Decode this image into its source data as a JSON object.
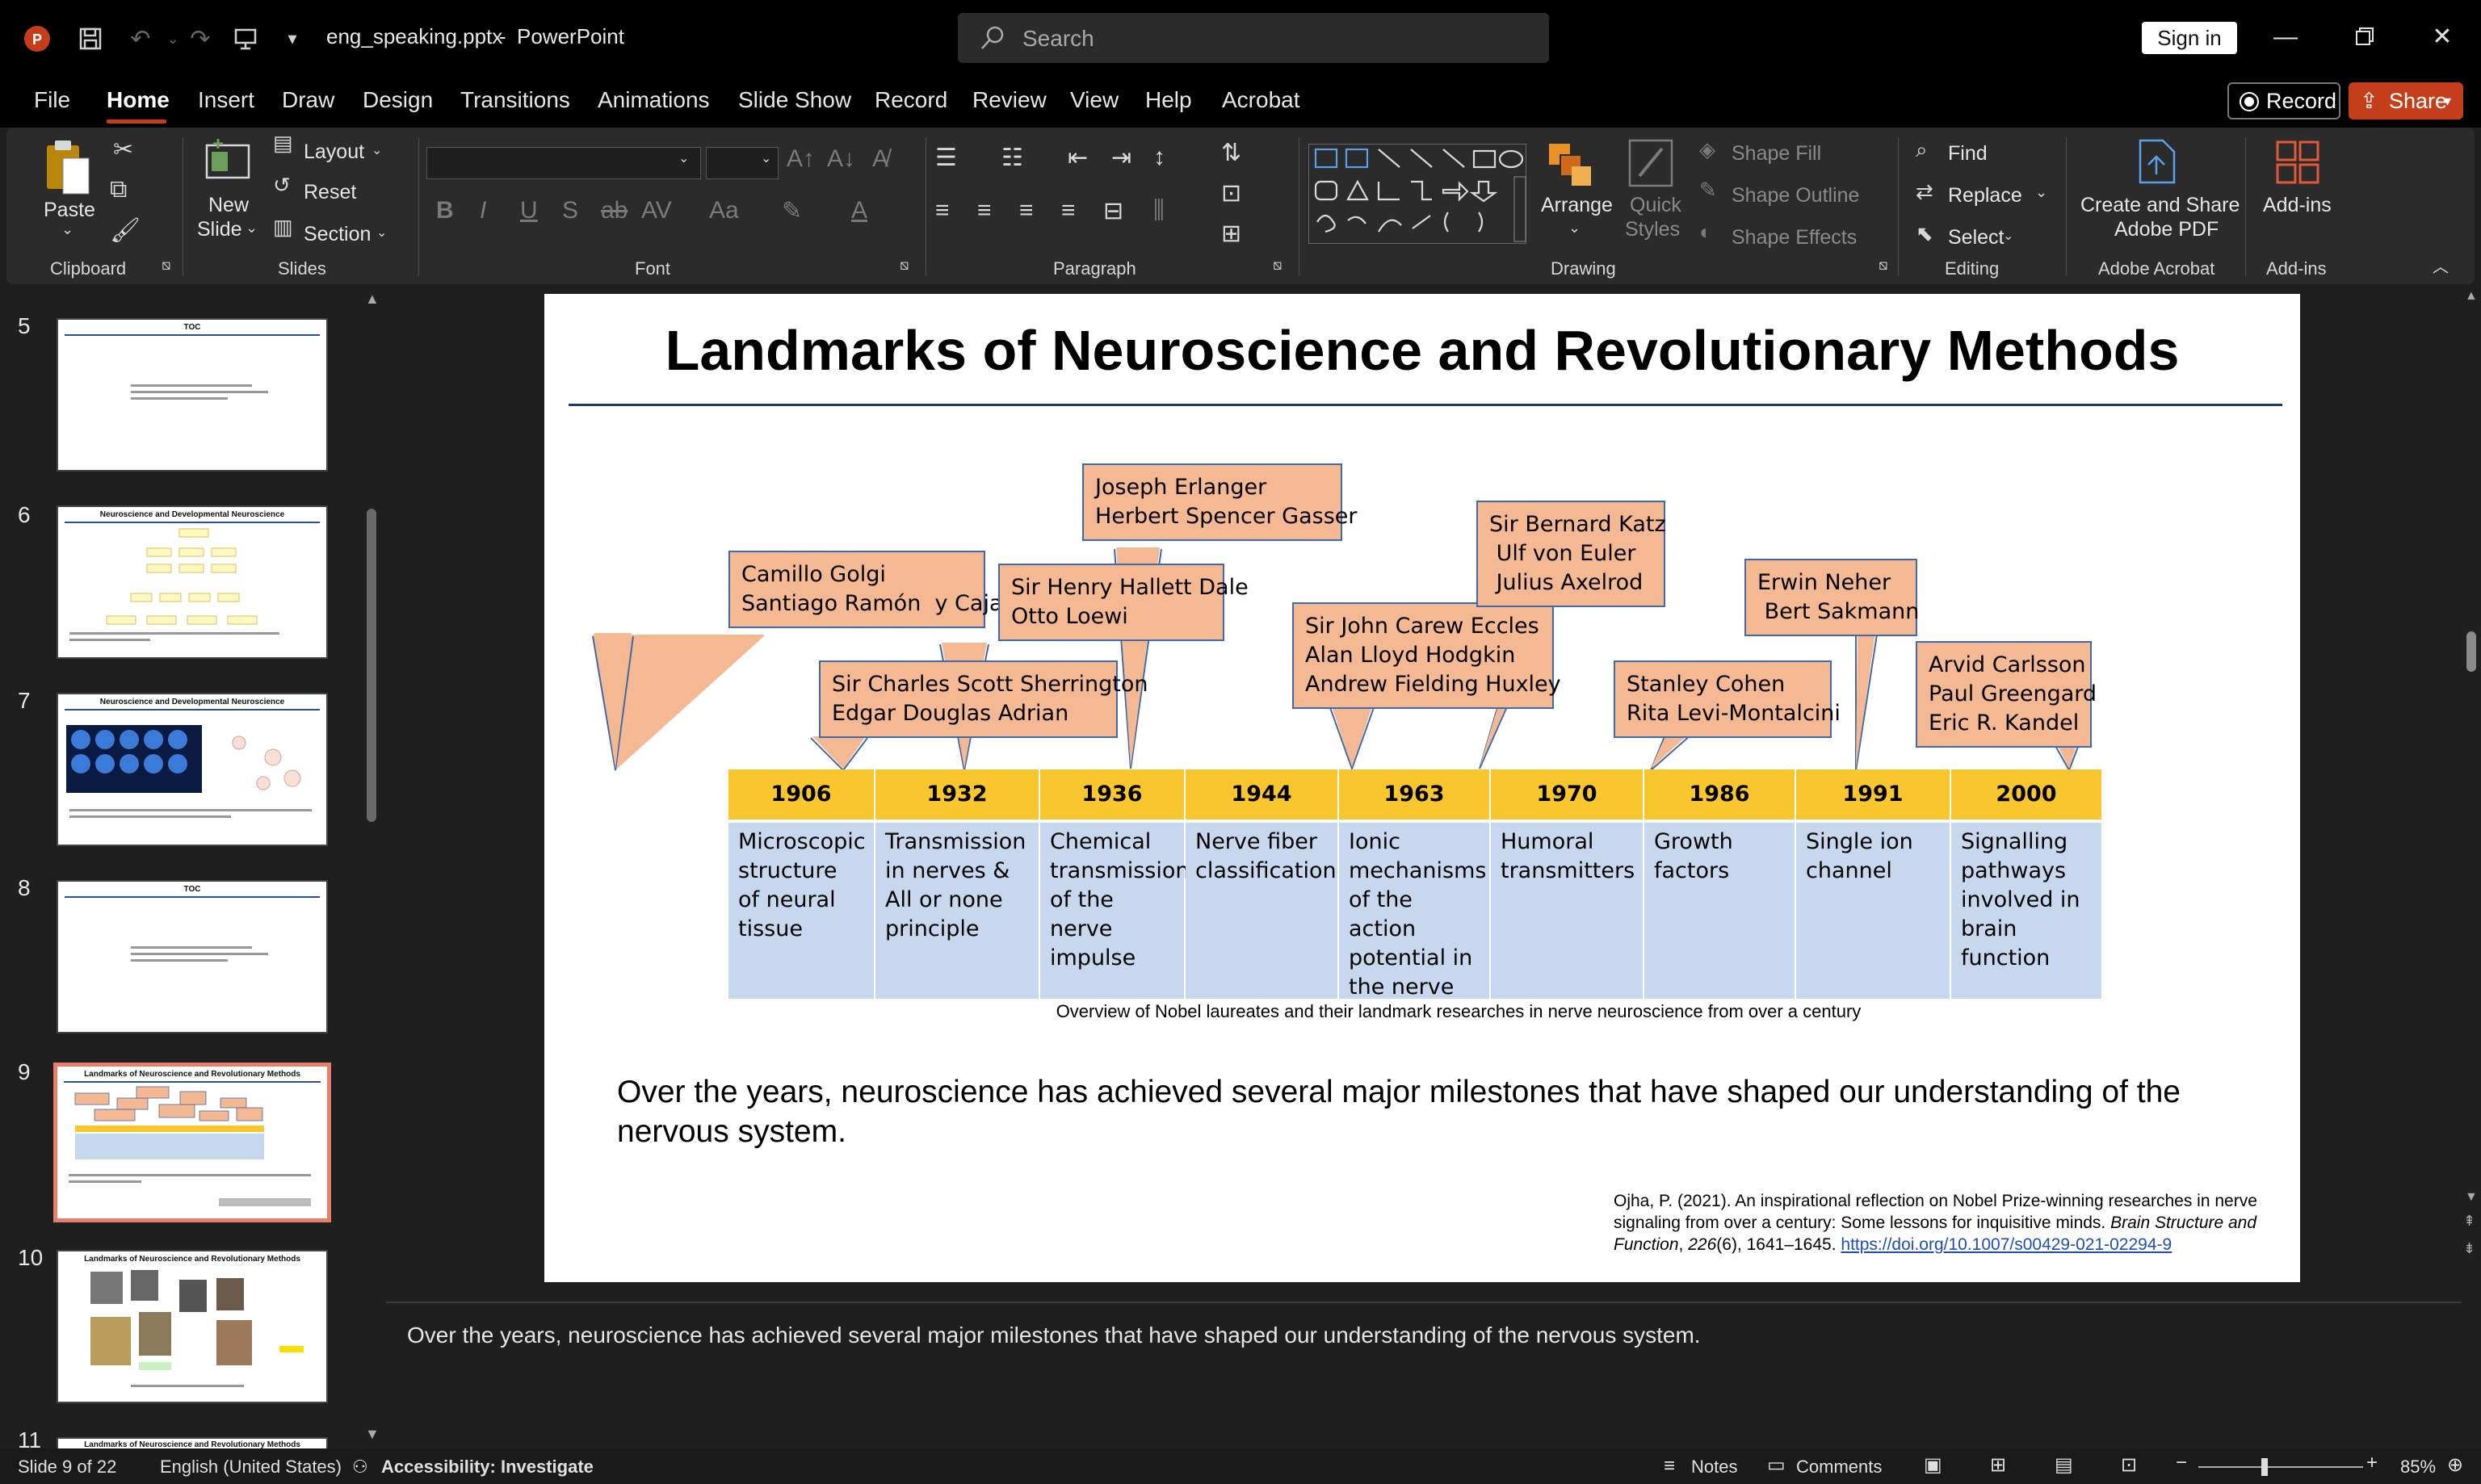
{
  "titlebar": {
    "filename": "eng_speaking.pptx",
    "separator": "-",
    "app_name": "PowerPoint",
    "search_placeholder": "Search",
    "signin_label": "Sign in"
  },
  "menu": {
    "tabs": [
      "File",
      "Home",
      "Insert",
      "Draw",
      "Design",
      "Transitions",
      "Animations",
      "Slide Show",
      "Record",
      "Review",
      "View",
      "Help",
      "Acrobat"
    ],
    "active_tab": "Home",
    "record_label": "Record",
    "share_label": "Share"
  },
  "ribbon": {
    "clipboard": {
      "paste": "Paste",
      "label": "Clipboard"
    },
    "slides": {
      "new_slide_1": "New",
      "new_slide_2": "Slide",
      "layout": "Layout",
      "reset": "Reset",
      "section": "Section",
      "label": "Slides"
    },
    "font": {
      "label": "Font"
    },
    "paragraph": {
      "label": "Paragraph"
    },
    "drawing": {
      "arrange": "Arrange",
      "quick_styles_1": "Quick",
      "quick_styles_2": "Styles",
      "shape_fill": "Shape Fill",
      "shape_outline": "Shape Outline",
      "shape_effects": "Shape Effects",
      "label": "Drawing"
    },
    "editing": {
      "find": "Find",
      "replace": "Replace",
      "select": "Select",
      "label": "Editing"
    },
    "acrobat": {
      "create_1": "Create and Share",
      "create_2": "Adobe PDF",
      "label": "Adobe Acrobat"
    },
    "addins": {
      "addins": "Add-ins",
      "label": "Add-ins"
    }
  },
  "thumbnails": [
    {
      "num": "5",
      "title": "TOC"
    },
    {
      "num": "6",
      "title": "Neuroscience and Developmental Neuroscience"
    },
    {
      "num": "7",
      "title": "Neuroscience and Developmental Neuroscience"
    },
    {
      "num": "8",
      "title": "TOC"
    },
    {
      "num": "9",
      "title": "Landmarks of Neuroscience and Revolutionary Methods"
    },
    {
      "num": "10",
      "title": "Landmarks of Neuroscience and Revolutionary Methods"
    },
    {
      "num": "11",
      "title": "Landmarks of Neuroscience and Revolutionary Methods"
    }
  ],
  "slide": {
    "title": "Landmarks of Neuroscience and Revolutionary Methods",
    "callouts": [
      "Camillo Golgi\nSantiago Ramón  y Cajal",
      "Sir Charles Scott Sherrington\nEdgar Douglas Adrian",
      "Sir Henry Hallett Dale\nOtto Loewi",
      "Joseph Erlanger\nHerbert Spencer Gasser",
      "Sir John Carew Eccles\nAlan Lloyd Hodgkin\nAndrew Fielding Huxley",
      "Sir Bernard Katz\n Ulf von Euler\n Julius Axelrod",
      "Stanley Cohen\nRita Levi-Montalcini",
      "Erwin Neher\n Bert Sakmann",
      "Arvid Carlsson\nPaul Greengard\nEric R. Kandel"
    ],
    "years": [
      "1906",
      "1932",
      "1936",
      "1944",
      "1963",
      "1970",
      "1986",
      "1991",
      "2000"
    ],
    "descriptions": [
      "Microscopic structure of neural tissue",
      "Transmission in nerves & All or none principle",
      "Chemical transmission of the nerve impulse",
      "Nerve fiber classification",
      "Ionic mechanisms of the action potential in the nerve",
      "Humoral transmitters",
      "Growth factors",
      "Single ion channel",
      "Signalling pathways involved in brain function"
    ],
    "caption": "Overview of Nobel laureates and their landmark researches in nerve neuroscience from over a century",
    "body": "Over the years, neuroscience has achieved several major milestones that have shaped our understanding of the nervous system.",
    "citation_plain": "Ojha, P. (2021). An inspirational reflection on Nobel Prize-winning researches in nerve signaling from over a century: Some lessons for inquisitive minds. ",
    "citation_journal": "Brain Structure and Function",
    "citation_comma": ", ",
    "citation_volume": "226",
    "citation_pages": "(6), 1641–1645. ",
    "citation_link": "https://doi.org/10.1007/s00429-021-02294-9"
  },
  "notes": "Over the years, neuroscience has achieved several major milestones that have shaped our understanding of the nervous system.",
  "status": {
    "slide_info": "Slide 9 of 22",
    "language": "English (United States)",
    "accessibility": "Accessibility: Investigate",
    "notes": "Notes",
    "comments": "Comments",
    "zoom": "85%"
  },
  "colors": {
    "accent": "#c43e1c",
    "callout_fill": "#f4b893",
    "year_fill": "#f9c62d",
    "desc_fill": "#c7d8ee",
    "title_rule": "#1f3b6e"
  }
}
